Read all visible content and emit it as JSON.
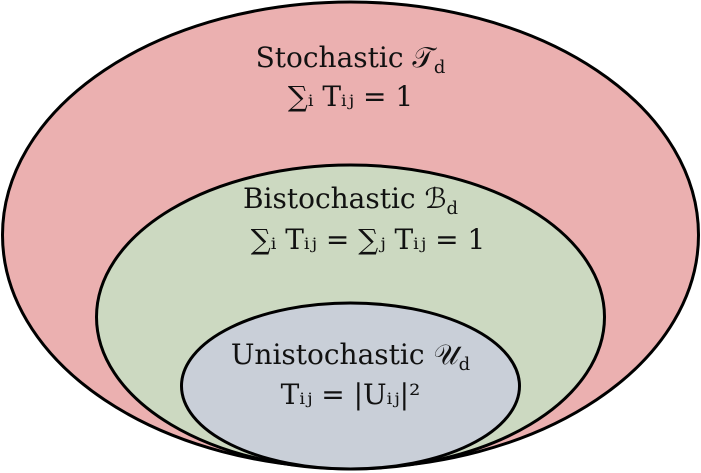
{
  "diagram": {
    "type": "nested-sets",
    "sets": [
      {
        "id": "stochastic",
        "title": "Stochastic 𝒯",
        "subscript": "d",
        "condition": "∑ᵢ Tᵢⱼ = 1",
        "fill": "#ebb0b0"
      },
      {
        "id": "bistochastic",
        "title": "Bistochastic ℬ",
        "subscript": "d",
        "condition": "∑ᵢ Tᵢⱼ = ∑ⱼ Tᵢⱼ = 1",
        "fill": "#ccd9c1"
      },
      {
        "id": "unistochastic",
        "title": "Unistochastic 𝒰",
        "subscript": "d",
        "condition": "Tᵢⱼ = |Uᵢⱼ|²",
        "fill": "#c9cfd8"
      }
    ],
    "stroke_color": "#000000"
  }
}
